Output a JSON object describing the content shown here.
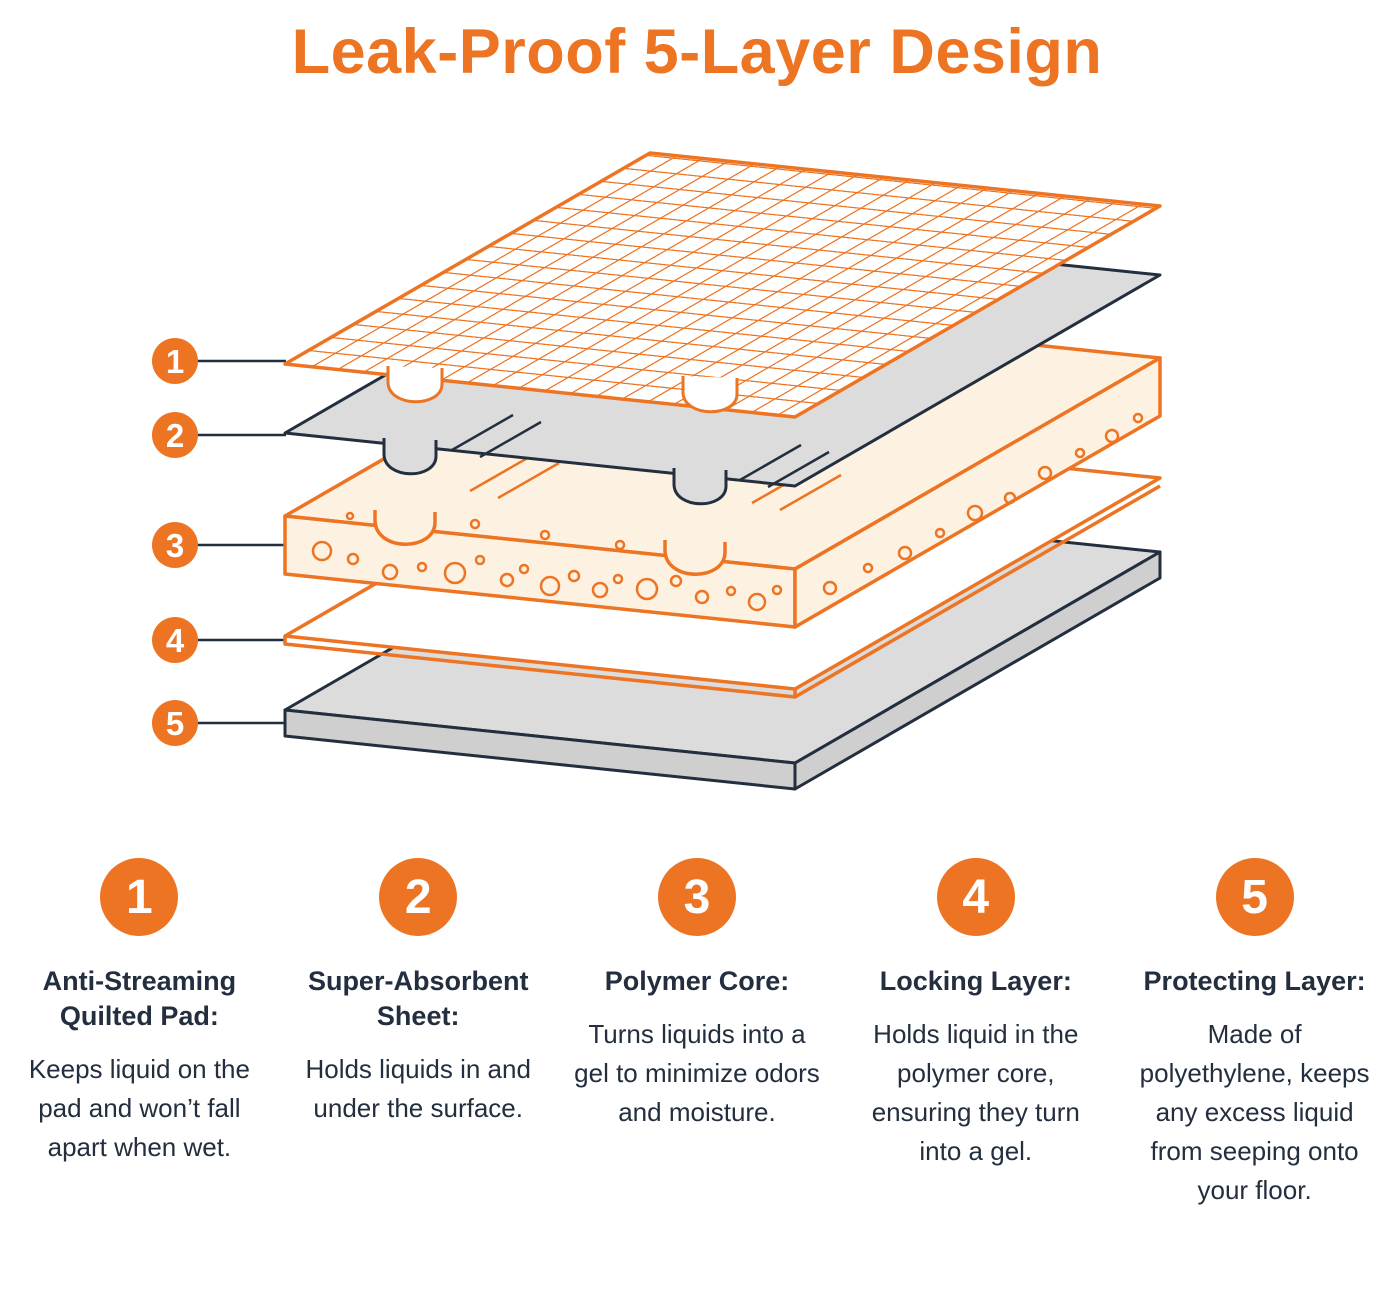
{
  "title": "Leak-Proof 5-Layer Design",
  "colors": {
    "orange": "#ED7423",
    "navy": "#232F3E",
    "gray": "#DCDCDC",
    "cream": "#FDF2E2"
  },
  "layers": [
    {
      "number": "1",
      "heading": "Anti-Streaming Quilted Pad:",
      "description": "Keeps liquid on the pad and won’t fall apart when wet."
    },
    {
      "number": "2",
      "heading": "Super-Absorbent Sheet:",
      "description": "Holds liquids in and under the surface."
    },
    {
      "number": "3",
      "heading": "Polymer Core:",
      "description": "Turns liquids into a gel to minimize odors and moisture."
    },
    {
      "number": "4",
      "heading": "Locking Layer:",
      "description": "Holds liquid in the polymer core, ensuring they turn into a gel."
    },
    {
      "number": "5",
      "heading": "Protecting Layer:",
      "description": "Made of polyethylene, keeps any excess liquid from seeping onto your floor."
    }
  ]
}
